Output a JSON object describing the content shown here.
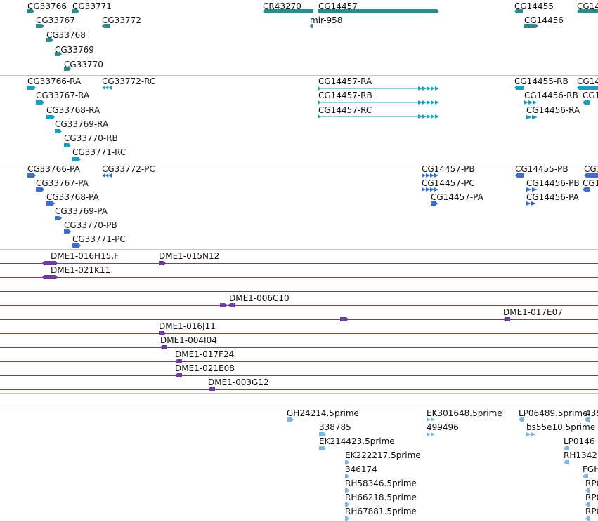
{
  "colors": {
    "gene": "#2e8b8b",
    "transcript": "#1aa0bf",
    "protein": "#3a6fd0",
    "clone": "#6a3f9a",
    "est": "#7fb6e0",
    "separator": "#c4c4c4"
  },
  "tracks": {
    "genes": [
      {
        "label": "CG33766"
      },
      {
        "label": "CG33771"
      },
      {
        "label": "CR43270"
      },
      {
        "label": "CG14457"
      },
      {
        "label": "CG14455"
      },
      {
        "label": "CG14"
      },
      {
        "label": "CG33767"
      },
      {
        "label": "CG33772"
      },
      {
        "label": "mir-958"
      },
      {
        "label": "CG14456"
      },
      {
        "label": "CG33768"
      },
      {
        "label": "CG33769"
      },
      {
        "label": "CG33770"
      }
    ],
    "transcripts": [
      {
        "label": "CG33766-RA"
      },
      {
        "label": "CG33772-RC"
      },
      {
        "label": "CG14457-RA"
      },
      {
        "label": "CG14455-RB"
      },
      {
        "label": "CG14"
      },
      {
        "label": "CG33767-RA"
      },
      {
        "label": "CG14457-RB"
      },
      {
        "label": "CG14456-RB"
      },
      {
        "label": "CG1"
      },
      {
        "label": "CG33768-RA"
      },
      {
        "label": "CG14457-RC"
      },
      {
        "label": "CG14456-RA"
      },
      {
        "label": "CG33769-RA"
      },
      {
        "label": "CG33770-RB"
      },
      {
        "label": "CG33771-RC"
      }
    ],
    "proteins": [
      {
        "label": "CG33766-PA"
      },
      {
        "label": "CG33772-PC"
      },
      {
        "label": "CG14457-PB"
      },
      {
        "label": "CG14455-PB"
      },
      {
        "label": "CG1"
      },
      {
        "label": "CG33767-PA"
      },
      {
        "label": "CG14457-PC"
      },
      {
        "label": "CG14456-PB"
      },
      {
        "label": "CG1"
      },
      {
        "label": "CG33768-PA"
      },
      {
        "label": "CG14457-PA"
      },
      {
        "label": "CG14456-PA"
      },
      {
        "label": "CG33769-PA"
      },
      {
        "label": "CG33770-PB"
      },
      {
        "label": "CG33771-PC"
      }
    ],
    "clones": [
      {
        "label": "DME1-016H15.F"
      },
      {
        "label": "DME1-015N12"
      },
      {
        "label": "DME1-021K11"
      },
      {
        "label": "DME1-006C10"
      },
      {
        "label": "DME1-017E07"
      },
      {
        "label": "DME1-016J11"
      },
      {
        "label": "DME1-004I04"
      },
      {
        "label": "DME1-017F24"
      },
      {
        "label": "DME1-021E08"
      },
      {
        "label": "DME1-003G12"
      }
    ],
    "ests": [
      {
        "label": "GH24214.5prime"
      },
      {
        "label": "EK301648.5prime"
      },
      {
        "label": "LP06489.5prime"
      },
      {
        "label": "435"
      },
      {
        "label": "338785"
      },
      {
        "label": "499496"
      },
      {
        "label": "bs55e10.5prime"
      },
      {
        "label": "EK214423.5prime"
      },
      {
        "label": "LP0146"
      },
      {
        "label": "EK222217.5prime"
      },
      {
        "label": "RH1342"
      },
      {
        "label": "346174"
      },
      {
        "label": "FGH"
      },
      {
        "label": "RH58346.5prime"
      },
      {
        "label": "RP0"
      },
      {
        "label": "RH66218.5prime"
      },
      {
        "label": "RP0"
      },
      {
        "label": "RH67881.5prime"
      },
      {
        "label": "RP0"
      }
    ]
  }
}
